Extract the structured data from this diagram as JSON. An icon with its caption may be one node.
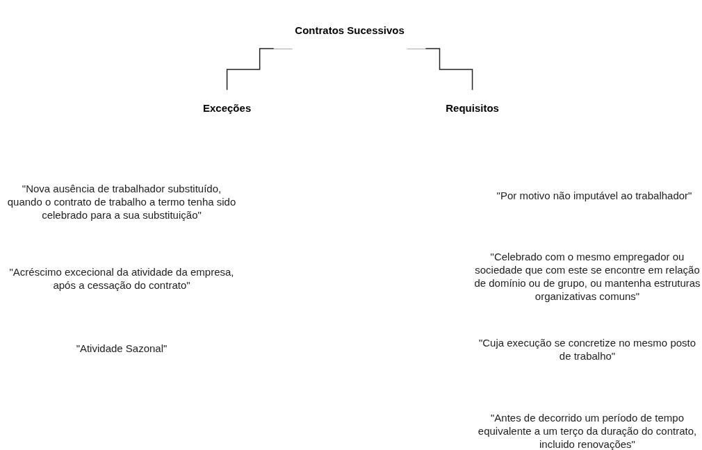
{
  "diagram": {
    "nodes": [
      {
        "text": [
          "Contratos Sucessivos"
        ]
      },
      {
        "text": [
          "Exceções"
        ]
      },
      {
        "text": [
          "Requisitos"
        ]
      }
    ],
    "edges": [
      {
        "from": 0,
        "to": 1,
        "arrow": "none"
      },
      {
        "from": 0,
        "to": 2,
        "arrow": "none"
      }
    ],
    "labels": [
      "\"Nova ausência de trabalhador substituído, quando o contrato de trabalho a termo tenha sido celebrado para a sua substituição\"",
      "\"Acréscimo excecional da atividade da empresa, após a cessação do contrato\"",
      "\"Atividade Sazonal\"",
      "\"Por motivo não imputável ao trabalhador\"",
      "\"Celebrado com o mesmo empregador ou sociedade que com este se encontre em relação de domínio ou de grupo, ou mantenha estruturas organizativas comuns\"",
      "\"Cuja execução se concretize no mesmo posto de trabalho\"",
      "\"Antes de decorrido um período de tempo equivalente a um terço da duração do contrato, incluido renovações\""
    ]
  }
}
